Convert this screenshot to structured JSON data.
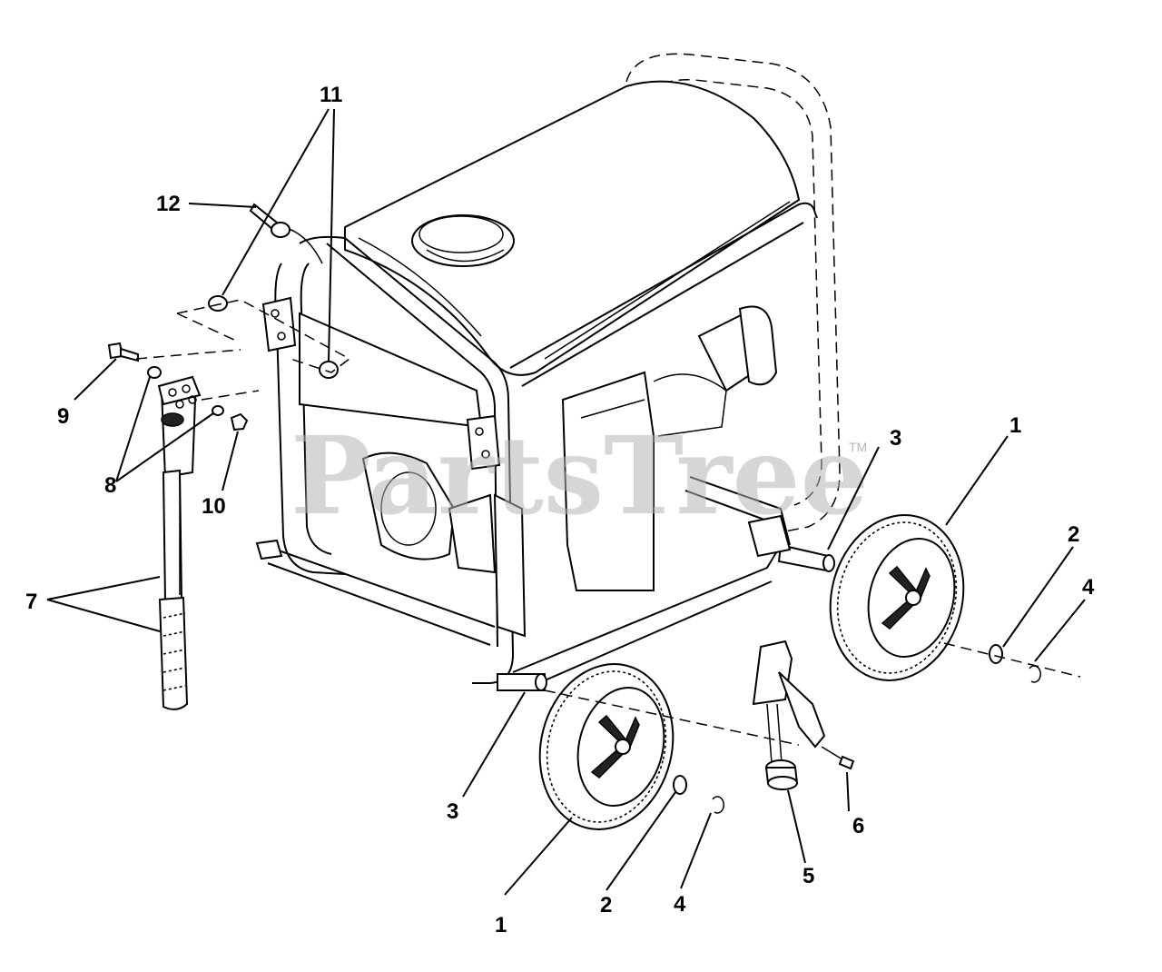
{
  "callouts": [
    {
      "id": "c11",
      "label": "11"
    },
    {
      "id": "c12",
      "label": "12"
    },
    {
      "id": "c9",
      "label": "9"
    },
    {
      "id": "c8",
      "label": "8"
    },
    {
      "id": "c10",
      "label": "10"
    },
    {
      "id": "c7",
      "label": "7"
    },
    {
      "id": "c3a",
      "label": "3"
    },
    {
      "id": "c1a",
      "label": "1"
    },
    {
      "id": "c2a",
      "label": "2"
    },
    {
      "id": "c4a",
      "label": "4"
    },
    {
      "id": "c3b",
      "label": "3"
    },
    {
      "id": "c6",
      "label": "6"
    },
    {
      "id": "c5",
      "label": "5"
    },
    {
      "id": "c1b",
      "label": "1"
    },
    {
      "id": "c2b",
      "label": "2"
    },
    {
      "id": "c4b",
      "label": "4"
    }
  ],
  "watermark": {
    "brand": "PartsTree",
    "mark": "TM"
  }
}
